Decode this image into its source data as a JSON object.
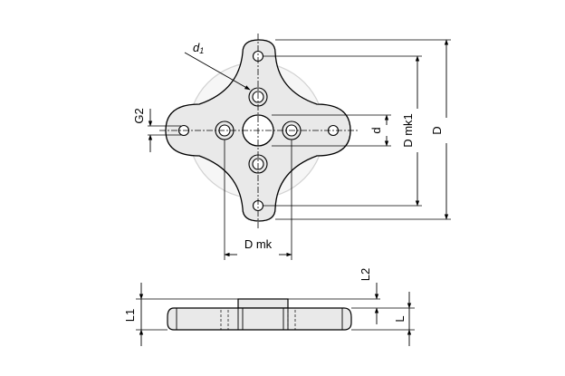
{
  "labels": {
    "d1_main": "d",
    "d1_sub": "1",
    "g2": "G2",
    "d": "d",
    "d_mk1": "D mk1",
    "D": "D",
    "d_mk": "D mk",
    "l2": "L2",
    "l1": "L1",
    "l": "L"
  },
  "colors": {
    "part_fill": "#e9e9e9",
    "outline": "#000000",
    "ghost_circle": "#d2d2d2",
    "centerline": "#000000"
  }
}
